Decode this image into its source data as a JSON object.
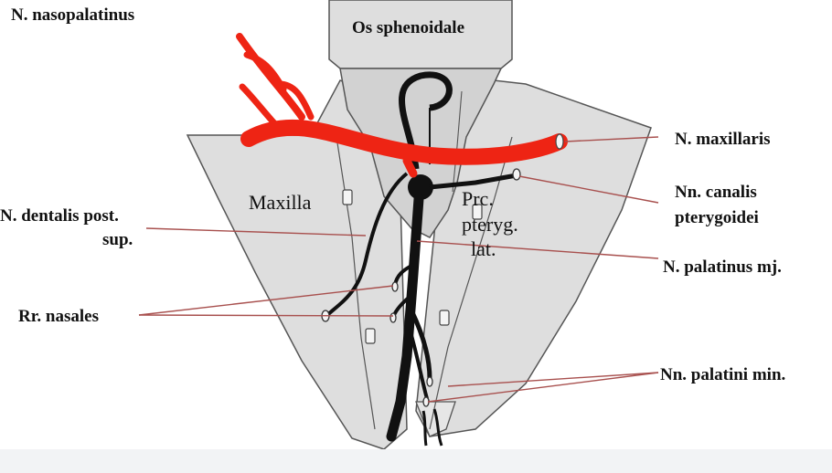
{
  "colors": {
    "nerve": "#111111",
    "maxillary_nerve": "#ee2414",
    "bone_fill": "#dedede",
    "bone_stroke": "#555555",
    "leader": "#a8504e",
    "footer": "#f2f3f5"
  },
  "labels": {
    "nasopalatinus": "N. nasopalatinus",
    "os_sphenoidale": "Os sphenoidale",
    "maxillaris": "N. maxillaris",
    "canalis_line1": "Nn. canalis",
    "canalis_line2": "pterygoidei",
    "maxilla": "Maxilla",
    "prc_line1": "Prc.",
    "prc_line2": "pteryg.",
    "prc_line3": "lat.",
    "dentalis_line1": "N. dentalis post.",
    "dentalis_line2": "sup.",
    "palatinus_mj": "N. palatinus mj.",
    "rr_nasales": "Rr. nasales",
    "palatini_min": "Nn. palatini min."
  }
}
